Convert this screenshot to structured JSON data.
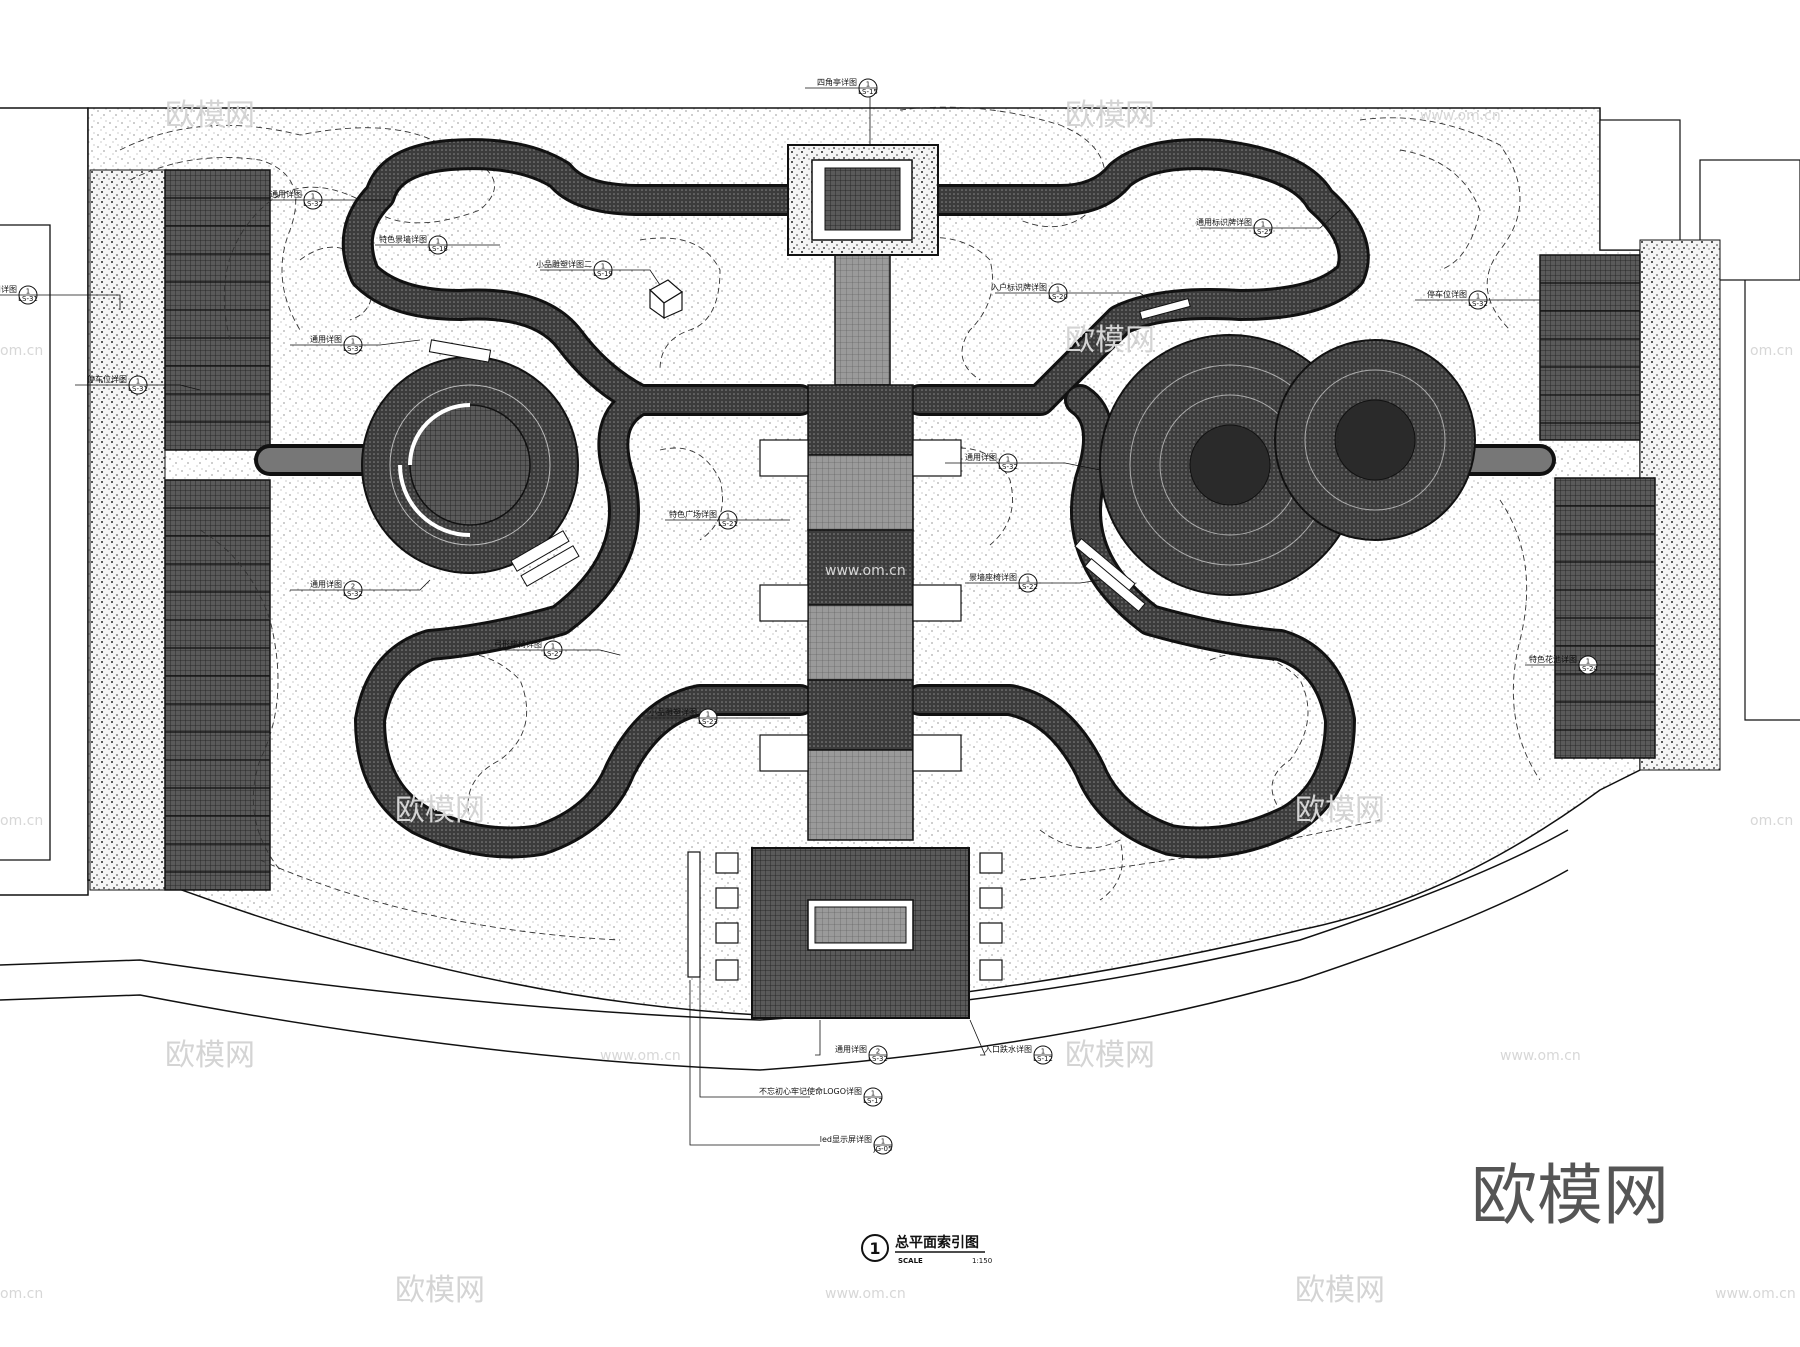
{
  "drawing": {
    "title": "总平面索引图",
    "number": "1",
    "scale_label": "SCALE",
    "scale_value": "1:150"
  },
  "brand_watermark": "欧模网",
  "watermark_small": "欧模网",
  "watermark_url": "www.om.cn",
  "watermark_url_partial": "om.cn",
  "callouts": [
    {
      "text": "四角亭详图",
      "ref": "1",
      "sheet": "LS-15"
    },
    {
      "text": "通用详图",
      "ref": "1",
      "sheet": "LS-32"
    },
    {
      "text": "特色景墙详图",
      "ref": "1",
      "sheet": "LS-18"
    },
    {
      "text": "通用详图",
      "ref": "1",
      "sheet": "LS-31"
    },
    {
      "text": "小品雕塑详图二",
      "ref": "1",
      "sheet": "LS-19"
    },
    {
      "text": "入户标识牌详图",
      "ref": "1",
      "sheet": "LS-20"
    },
    {
      "text": "通用标识牌详图",
      "ref": "1",
      "sheet": "LS-25"
    },
    {
      "text": "通用详图",
      "ref": "1",
      "sheet": "LS-32"
    },
    {
      "text": "停车位详图",
      "ref": "1",
      "sheet": "LS-31"
    },
    {
      "text": "停车位详图",
      "ref": "1",
      "sheet": "LS-32"
    },
    {
      "text": "通用详图",
      "ref": "1",
      "sheet": "LS-32"
    },
    {
      "text": "特色广场详图",
      "ref": "1",
      "sheet": "LS-21"
    },
    {
      "text": "通用详图",
      "ref": "2",
      "sheet": "LS-32"
    },
    {
      "text": "景墙座椅详图",
      "ref": "1",
      "sheet": "LS-22"
    },
    {
      "text": "弓形座椅详图",
      "ref": "1",
      "sheet": "LS-27"
    },
    {
      "text": "小品雕塑详图",
      "ref": "1",
      "sheet": "LS-23"
    },
    {
      "text": "特色花池详图",
      "ref": "1",
      "sheet": "LS-24"
    },
    {
      "text": "通用详图",
      "ref": "2",
      "sheet": "LS-32"
    },
    {
      "text": "入口跌水详图",
      "ref": "1",
      "sheet": "LS-12"
    },
    {
      "text": "不忘初心牢记使命LOGO详图",
      "ref": "1",
      "sheet": "LS-17"
    },
    {
      "text": "led显示屏详图",
      "ref": "1",
      "sheet": "JG-05"
    }
  ]
}
